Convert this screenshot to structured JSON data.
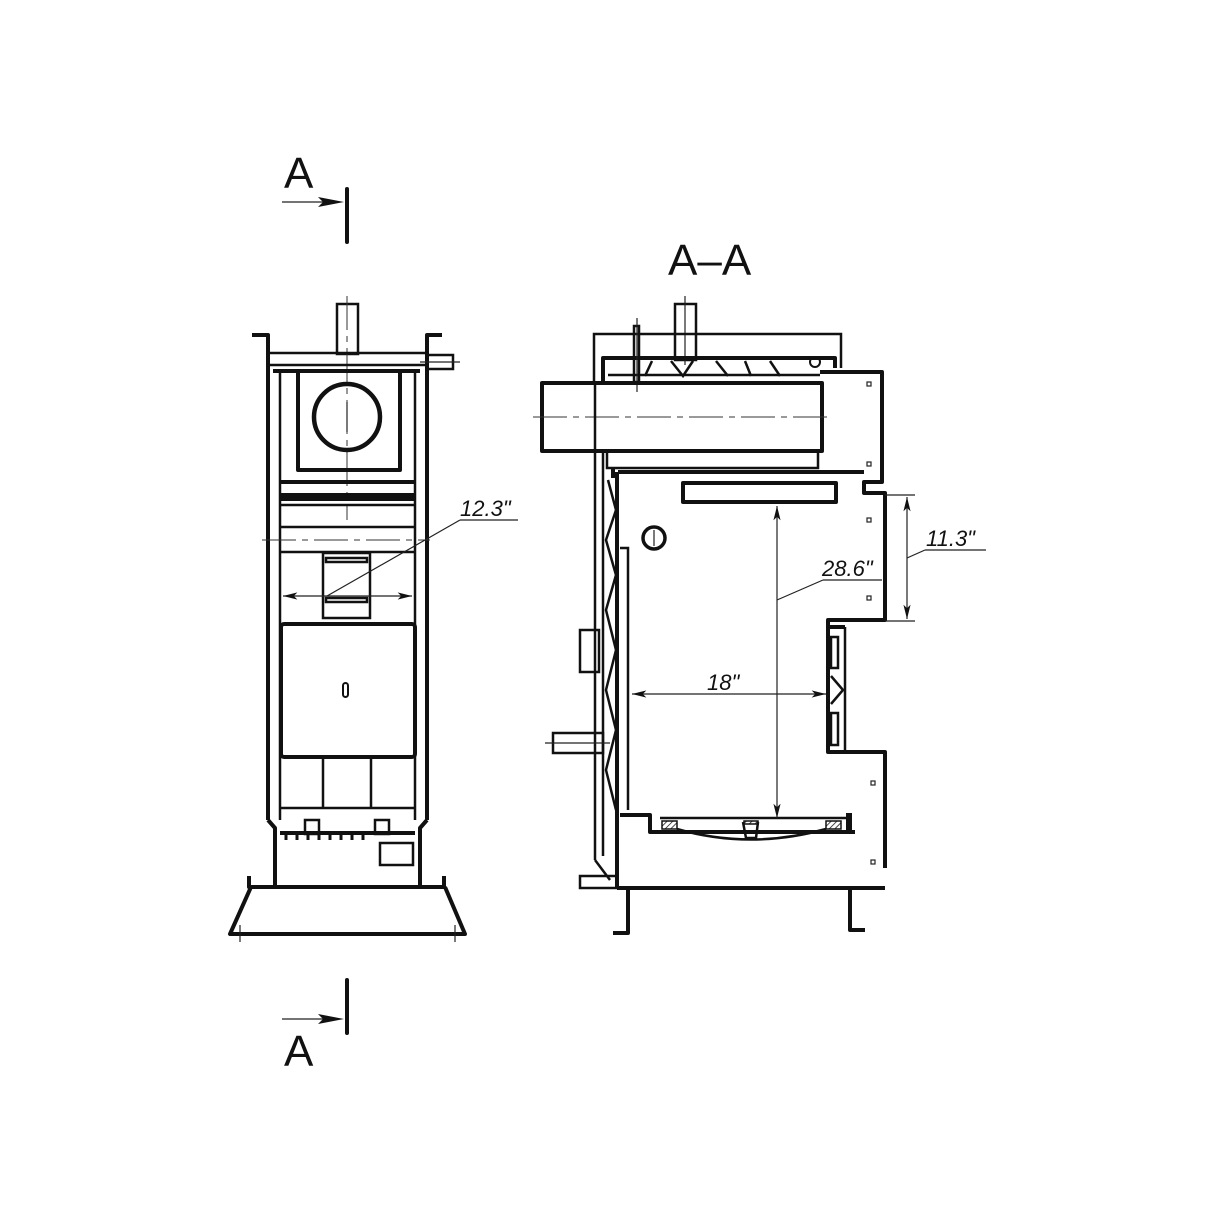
{
  "drawing": {
    "type": "technical drawing - stove/boiler front view and section A-A",
    "front_view": {
      "section_marker_top": "A",
      "section_marker_bottom": "A",
      "dimension_width": "12.3\""
    },
    "section_view": {
      "title": "A–A",
      "dimension_height": "28.6\"",
      "dimension_depth": "18\"",
      "dimension_door_opening": "11.3\""
    }
  }
}
